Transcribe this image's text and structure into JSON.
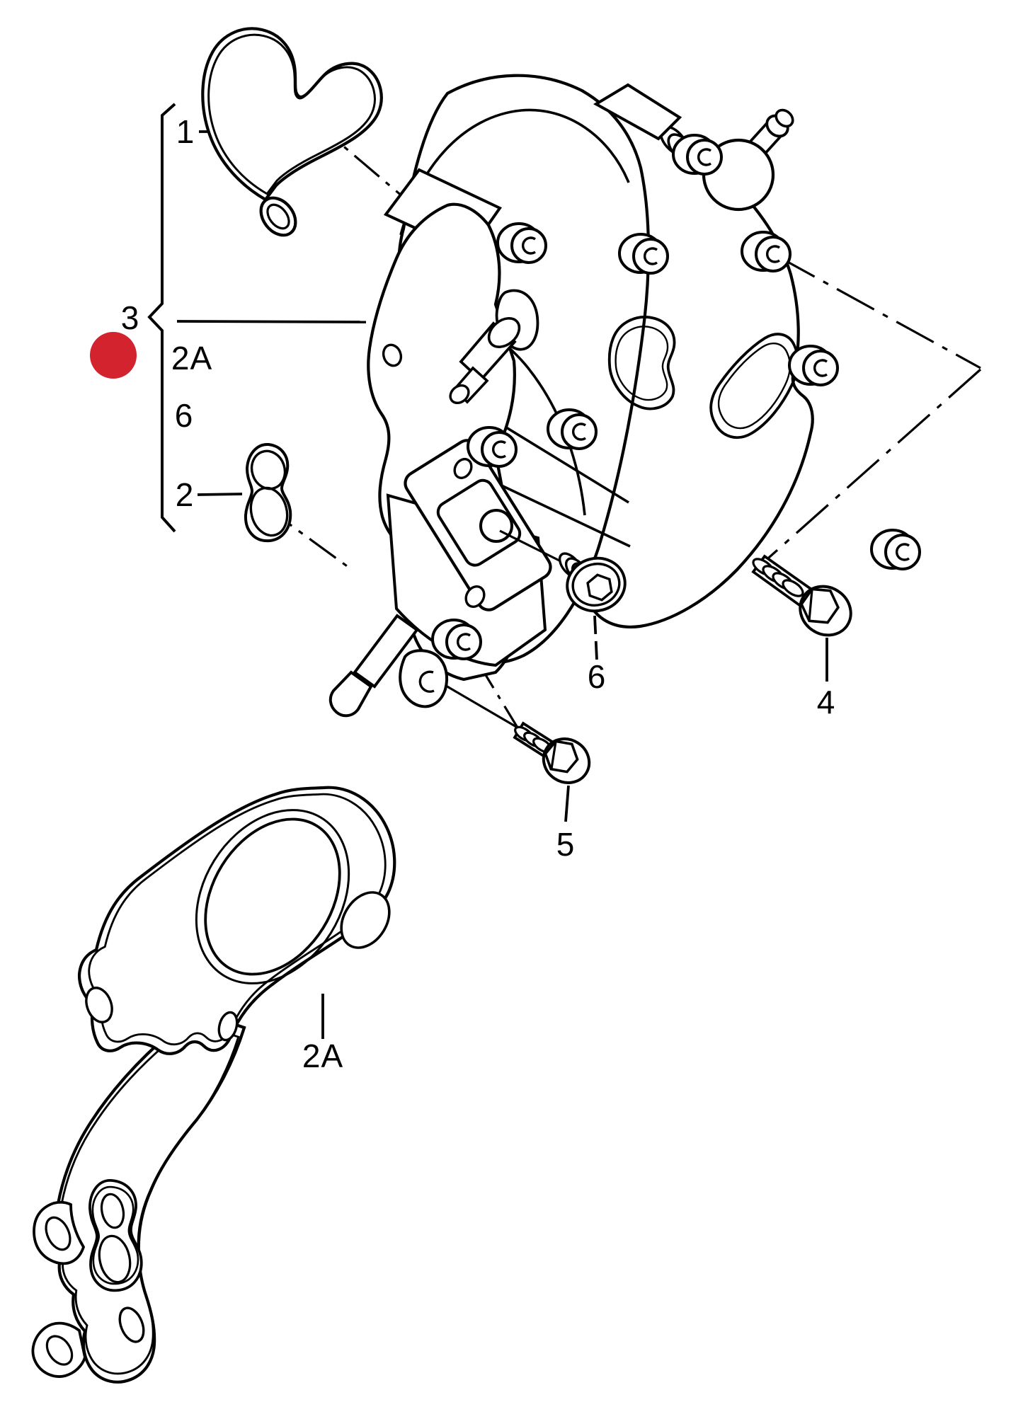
{
  "diagram": {
    "type": "exploded-parts-diagram",
    "subject": "engine vacuum pump with gaskets, bolts and sealing plug",
    "background_color": "#ffffff",
    "line_color": "#000000",
    "marker_color": "#d2232e",
    "marked_item": "3",
    "callouts": [
      {
        "id": "1",
        "text": "1"
      },
      {
        "id": "3",
        "text": "3"
      },
      {
        "id": "2A-left",
        "text": "2A"
      },
      {
        "id": "6-left",
        "text": "6"
      },
      {
        "id": "2",
        "text": "2"
      },
      {
        "id": "2A-bottom",
        "text": "2A"
      },
      {
        "id": "6-plug",
        "text": "6"
      },
      {
        "id": "5",
        "text": "5"
      },
      {
        "id": "4",
        "text": "4"
      }
    ]
  }
}
